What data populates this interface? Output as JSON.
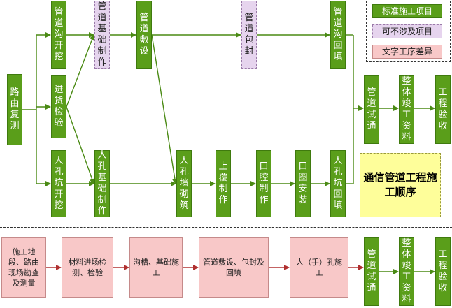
{
  "colors": {
    "standard": "#5a9e1a",
    "optional": "#e6d4ee",
    "difference": "#f8c8c8",
    "title_bg": "#fefe9a",
    "arrow_green": "#4a8a14",
    "arrow_red": "#b03030"
  },
  "legend": {
    "standard": "标准施工项目",
    "optional": "可不涉及项目",
    "difference": "文字工序差异"
  },
  "title": "通信管道工程施工顺序",
  "top_flow": {
    "route_survey": "路由复测",
    "trench_dig": "管道沟开挖",
    "pipe_base": "管道基础制作",
    "pipe_lay": "管道敷设",
    "pipe_wrap": "管道包封",
    "trench_backfill": "管道沟回填",
    "inspection": "进货检验",
    "manhole_dig": "人孔坑开挖",
    "manhole_base": "人孔基础制作",
    "manhole_wall": "人孔墙砌筑",
    "cover_make": "上覆制作",
    "neck_make": "口腔制作",
    "ring_install": "口圈安装",
    "manhole_backfill": "人孔坑回填",
    "pipe_test": "管道试通",
    "docs": "整体竣工资料",
    "acceptance": "工程验收"
  },
  "bottom_flow": {
    "survey": "施工地段、路由现场勘查及测量",
    "materials": "材料进场检测、检验",
    "trench": "沟槽、基础施工",
    "pipe": "管道敷设、包封及回填",
    "manhole": "人（手）孔施工",
    "pipe_test": "管道试通",
    "docs": "整体竣工资料",
    "acceptance": "工程验收"
  }
}
